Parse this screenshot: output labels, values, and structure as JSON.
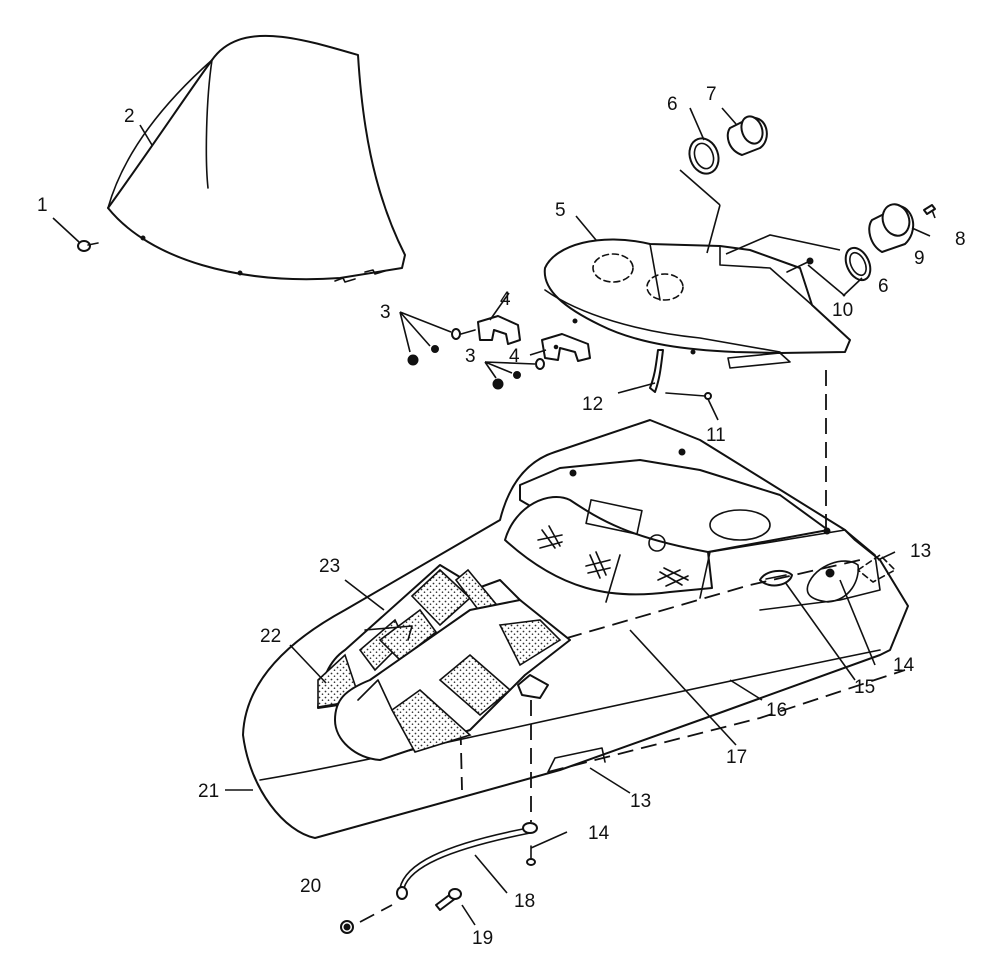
{
  "callouts": {
    "c1": "1",
    "c2": "2",
    "c3a": "3",
    "c3b": "3",
    "c4a": "4",
    "c4b": "4",
    "c5": "5",
    "c6a": "6",
    "c6b": "6",
    "c7": "7",
    "c8": "8",
    "c9": "9",
    "c10": "10",
    "c11": "11",
    "c12": "12",
    "c13a": "13",
    "c13b": "13",
    "c14a": "14",
    "c14b": "14",
    "c15": "15",
    "c16": "16",
    "c17": "17",
    "c18": "18",
    "c19": "19",
    "c20": "20",
    "c21": "21",
    "c22": "22",
    "c23": "23"
  }
}
